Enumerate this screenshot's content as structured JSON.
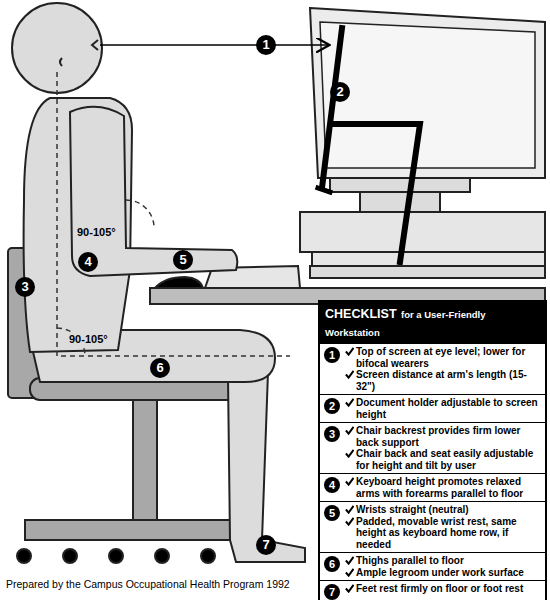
{
  "diagram": {
    "nodes": [
      {
        "text": [
          "CHECKLIST",
          "for a User-Friendly Workstation"
        ]
      }
    ],
    "labels": [
      "1",
      "2",
      "3",
      "4",
      "5",
      "6",
      "7",
      "90-105°",
      "90-105°",
      "1",
      "Top of screen at eye level; lower for bifocal wearers",
      "Screen distance at arm's length (15-32\")",
      "2",
      "Document holder adjustable to screen height",
      "3",
      "Chair backrest provides firm lower back support",
      "Chair back and seat easily adjustable for height and tilt by user",
      "4",
      "Keyboard height promotes relaxed arms with forearms parallel to floor",
      "5",
      "Wrists straight (neutral)",
      "Padded, movable wrist rest, same height as keyboard home row, if needed",
      "6",
      "Thighs parallel to floor",
      "Ample legroom under work surface",
      "7",
      "Feet rest firmly on floor or foot rest",
      "Prepared by the Campus Occupational Health Program 1992"
    ]
  }
}
